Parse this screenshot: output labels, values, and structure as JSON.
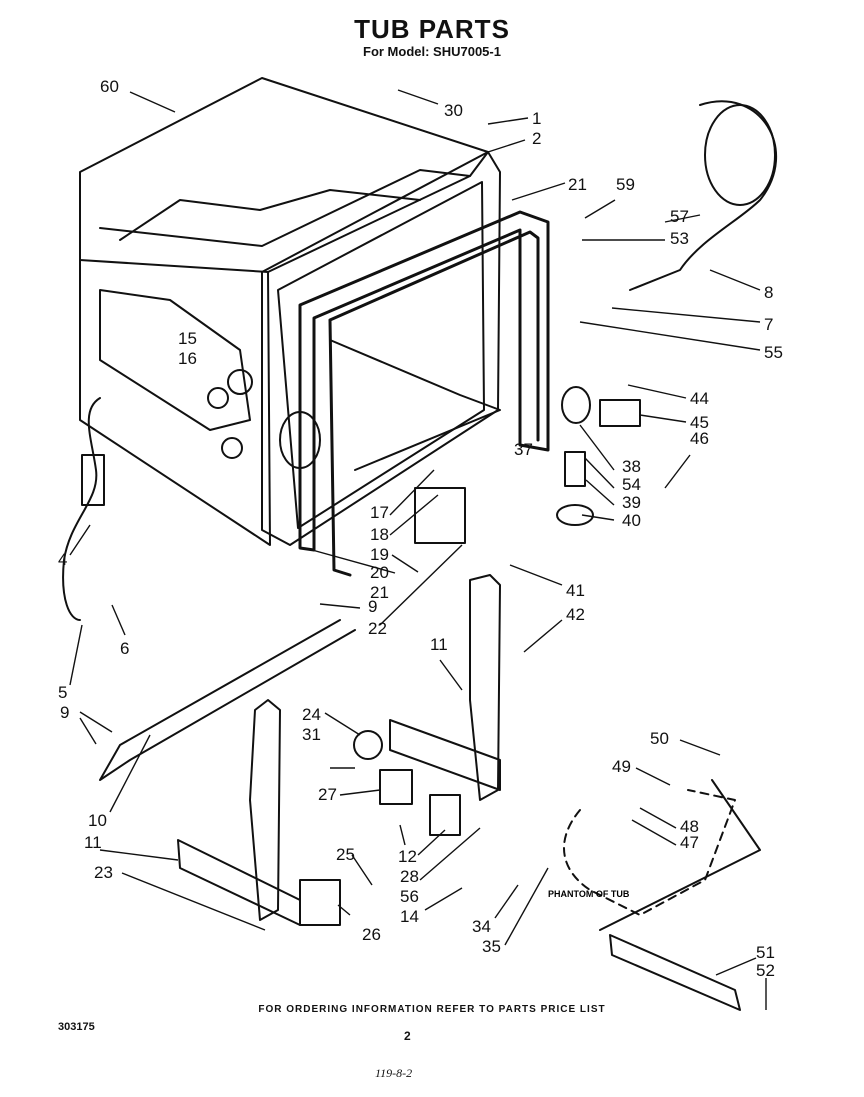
{
  "header": {
    "title": "TUB PARTS",
    "subtitle": "For Model: SHU7005-1"
  },
  "diagram": {
    "phantom_label": "PHANTOM OF TUB",
    "callouts": [
      "60",
      "30",
      "1",
      "2",
      "21",
      "59",
      "57",
      "53",
      "8",
      "7",
      "55",
      "15",
      "16",
      "44",
      "45",
      "46",
      "37",
      "38",
      "54",
      "39",
      "40",
      "17",
      "18",
      "19",
      "20",
      "21",
      "9",
      "22",
      "41",
      "42",
      "4",
      "6",
      "5",
      "9",
      "10",
      "11",
      "11",
      "24",
      "31",
      "27",
      "12",
      "28",
      "56",
      "14",
      "25",
      "26",
      "23",
      "34",
      "35",
      "50",
      "49",
      "48",
      "47",
      "51",
      "52"
    ]
  },
  "footer": {
    "ordering_note": "FOR ORDERING INFORMATION REFER TO PARTS PRICE LIST",
    "doc_number": "303175",
    "page_number": "2",
    "handwritten_note": "119-8-2"
  }
}
